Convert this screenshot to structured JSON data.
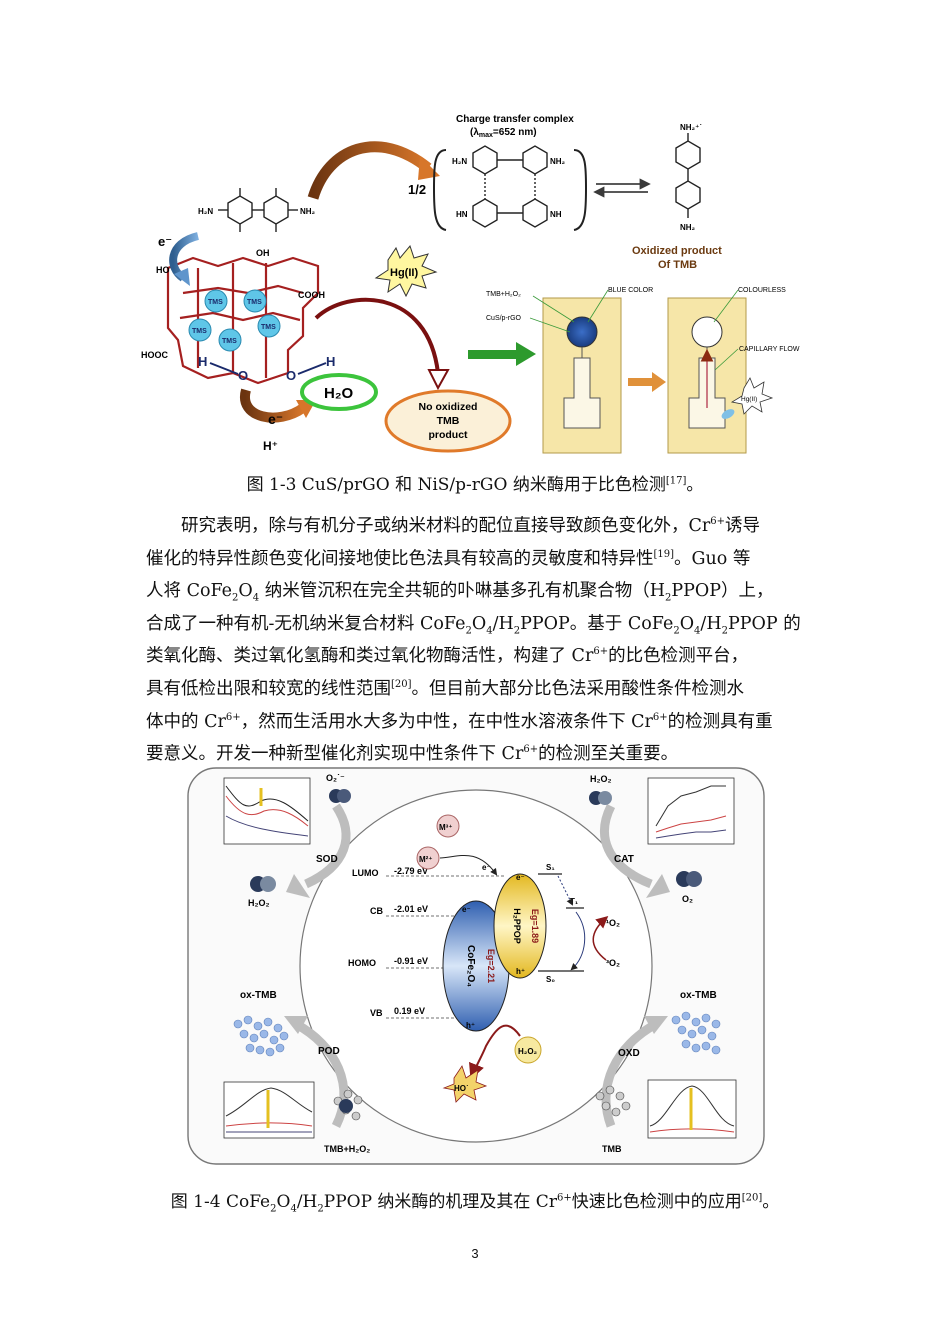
{
  "figure1": {
    "labels": {
      "ct_title": "Charge transfer complex",
      "ct_lambda_prefix": "(λ",
      "ct_lambda_sub": "max",
      "ct_lambda_suffix": "=652 nm)",
      "half": "1/2",
      "nh2": "NH₂",
      "h2n": "H₂N",
      "hn": "HN",
      "nh": "NH",
      "nh2_radical": "NH₂⁺˙",
      "oxidized": "Oxidized product",
      "of_tmb": "Of TMB",
      "e_minus": "e⁻",
      "oh": "OH",
      "ho": "HO",
      "cooh": "COOH",
      "hooc": "HOOC",
      "tms": "TMS",
      "h": "H",
      "o": "O",
      "h2o": "H₂O",
      "h_plus": "H⁺",
      "hg": "Hg(II)",
      "no_ox_1": "No oxidized",
      "no_ox_2": "TMB",
      "no_ox_3": "product",
      "tmb_h2o2": "TMB+H₂O₂",
      "cus_prgo": "CuS/p-rGO",
      "blue_color": "BLUE COLOR",
      "colourless": "COLOURLESS",
      "capillary": "CAPILLARY FLOW"
    }
  },
  "caption1": {
    "text": "图 1-3 CuS/prGO 和 NiS/p-rGO 纳米酶用于比色检测",
    "ref": "[17]",
    "end": "。"
  },
  "paragraph": [
    [
      "研究表明，除与有机分子或纳米材料的配位直接导致颜色变化外，Cr",
      "6+",
      "诱导"
    ],
    [
      "催化的特异性颜色变化间接地使比色法具有较高的灵敏度和特异性",
      "[19]",
      "。Guo 等"
    ],
    [
      "人将 CoFe",
      "2",
      "O",
      "4",
      " 纳米管沉积在完全共轭的卟啉基多孔有机聚合物（H",
      "2",
      "PPOP）上，"
    ],
    [
      "合成了一种有机-无机纳米复合材料 CoFe",
      "2",
      "O",
      "4",
      "/H",
      "2",
      "PPOP。基于 CoFe",
      "2",
      "O",
      "4",
      "/H",
      "2",
      "PPOP 的"
    ],
    [
      "类氧化酶、类过氧化氢酶和类过氧化物酶活性，构建了 Cr",
      "6+",
      "的比色检测平台，"
    ],
    [
      "具有低检出限和较宽的线性范围",
      "[20]",
      "。但目前大部分比色法采用酸性条件检测水"
    ],
    [
      "体中的 Cr",
      "6+",
      "，然而生活用水大多为中性，在中性水溶液条件下 Cr",
      "6+",
      "的检测具有重"
    ],
    [
      "要意义。开发一种新型催化剂实现中性条件下 Cr",
      "6+",
      "的检测至关重要。"
    ]
  ],
  "figure2": {
    "labels": {
      "sod": "SOD",
      "cat": "CAT",
      "pod": "POD",
      "oxd": "OXD",
      "h2o2": "H₂O₂",
      "o2": "O₂",
      "o2_radical": "O₂˙⁻",
      "ox_tmb": "ox-TMB",
      "tmb": "TMB",
      "tmb_h2o2": "TMB+H₂O₂",
      "lumo": "LUMO",
      "cb": "CB",
      "homo": "HOMO",
      "vb": "VB",
      "lumo_v": "-2.79 eV",
      "cb_v": "-2.01 eV",
      "homo_v": "-0.91 eV",
      "vb_v": "0.19 eV",
      "cofe2o4": "CoFe₂O₄",
      "h2ppop": "H₂PPOP",
      "eg1": "Eg=2.21",
      "eg2": "Eg=1.89",
      "m3": "M³⁺",
      "m2": "M²⁺",
      "e": "e⁻",
      "h_plus": "h⁺",
      "s1": "S₁",
      "t1": "T₁",
      "s0": "S₀",
      "singlet_o2": "¹O₂",
      "triplet_o2": "³O₂",
      "ho_radical": "HO˙"
    },
    "accent_colors": {
      "blue": "#4a7fd0",
      "yellow": "#f5d23c",
      "dark_red": "#8b1a1a"
    }
  },
  "caption2": {
    "p1": "图 1-4 CoFe",
    "s1": "2",
    "p2": "O",
    "s2": "4",
    "p3": "/H",
    "s3": "2",
    "p4": "PPOP 纳米酶的机理及其在 Cr",
    "sup1": "6+",
    "p5": "快速比色检测中的应用",
    "ref": "[20]",
    "end": "。"
  },
  "page_number": "3"
}
